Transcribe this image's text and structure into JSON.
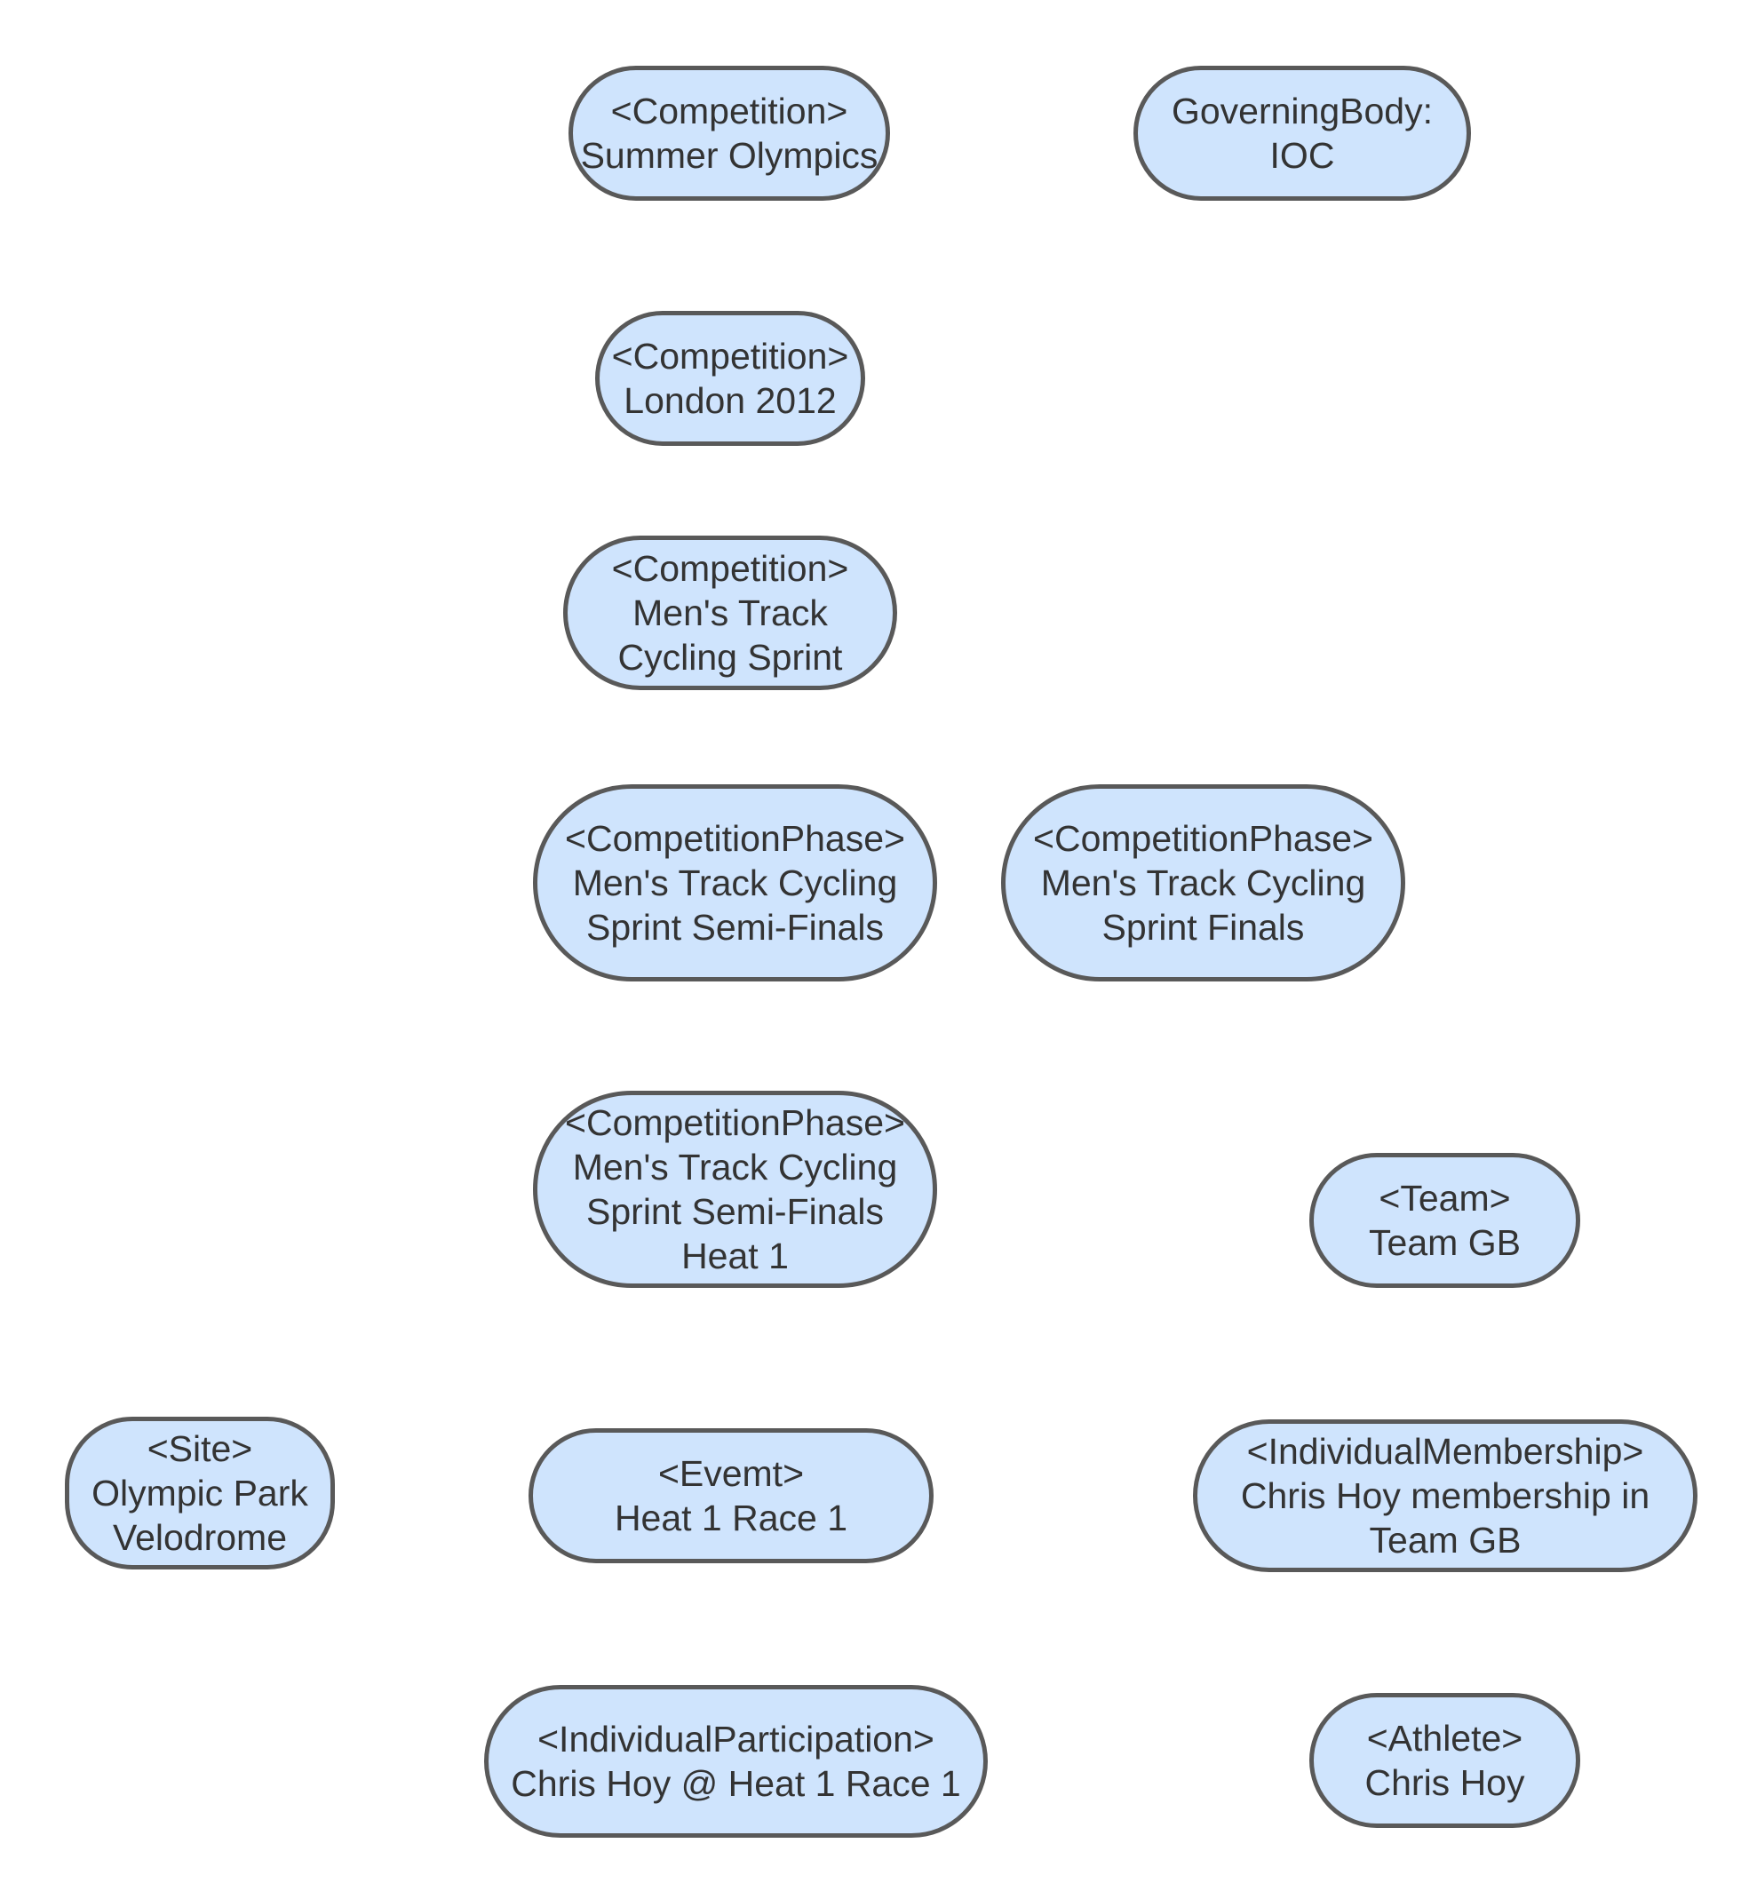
{
  "diagram": {
    "colors": {
      "node_fill": "#cfe4fd",
      "node_border": "#595959",
      "text": "#333333",
      "background": "#ffffff"
    },
    "nodes": {
      "summer_olympics": {
        "line1": "<Competition>",
        "line2": "Summer Olympics"
      },
      "governing_body": {
        "line1": "GoverningBody:",
        "line2": "IOC"
      },
      "london_2012": {
        "line1": "<Competition>",
        "line2": "London 2012"
      },
      "mens_track_cycling_sprint": {
        "line1": "<Competition>",
        "line2": "Men's Track",
        "line3": "Cycling Sprint"
      },
      "semi_finals": {
        "line1": "<CompetitionPhase>",
        "line2": "Men's Track Cycling",
        "line3": "Sprint Semi-Finals"
      },
      "finals": {
        "line1": "<CompetitionPhase>",
        "line2": "Men's Track Cycling",
        "line3": "Sprint Finals"
      },
      "semi_finals_heat_1": {
        "line1": "<CompetitionPhase>",
        "line2": "Men's Track Cycling",
        "line3": "Sprint Semi-Finals",
        "line4": "Heat 1"
      },
      "team_gb": {
        "line1": "<Team>",
        "line2": "Team GB"
      },
      "site": {
        "line1": "<Site>",
        "line2": "Olympic Park",
        "line3": "Velodrome"
      },
      "event": {
        "line1": "<Evemt>",
        "line2": "Heat 1 Race 1"
      },
      "membership": {
        "line1": "<IndividualMembership>",
        "line2": "Chris Hoy membership in",
        "line3": "Team GB"
      },
      "participation": {
        "line1": "<IndividualParticipation>",
        "line2": "Chris Hoy @ Heat 1 Race 1"
      },
      "athlete": {
        "line1": "<Athlete>",
        "line2": "Chris Hoy"
      }
    }
  }
}
